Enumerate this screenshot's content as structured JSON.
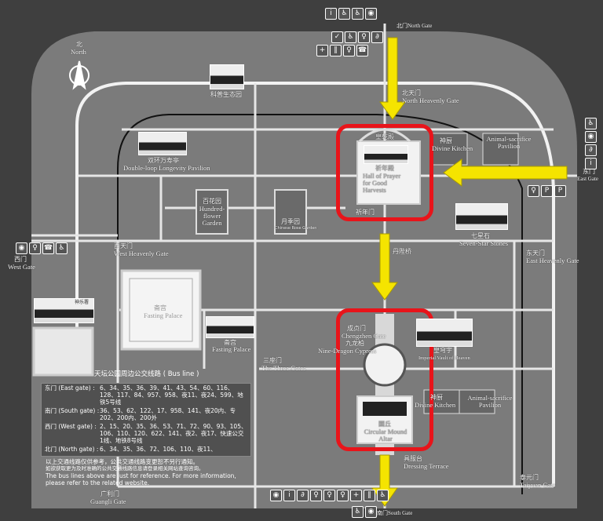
{
  "compass": {
    "cn": "北",
    "en": "North"
  },
  "gates": {
    "north": "北门North Gate",
    "north_heavenly": "北天门",
    "north_heavenly_en": "North Heavenly Gate",
    "east_cn": "东门",
    "east_en": "East Gate",
    "east_heavenly_cn": "东天门",
    "east_heavenly_en": "East Heavenly Gate",
    "west_cn": "西门",
    "west_en": "West Gate",
    "west_heavenly_cn": "西天门",
    "west_heavenly_en": "West Heavenly Gate",
    "south": "南门South Gate",
    "taiyuan_cn": "泰元门",
    "taiyuan_en": "Taiyuan Gate",
    "guangli_cn": "广利门",
    "guangli_en": "Guangli Gate",
    "chengzhen_cn": "成贞门",
    "chengzhen_en": "Chengzhen Gate",
    "three_cn": "三座门",
    "three_en": "The Three Gates",
    "qinian_gate": "祈年门"
  },
  "sights": {
    "eco_garden": "科普生态园",
    "double_loop_cn": "双环万寿亭",
    "double_loop_en": "Double-loop Longevity Pavilion",
    "hundred_cn": "百花园",
    "hundred_en": "Hundred-flower Garden",
    "rose_cn": "月季园",
    "rose_en": "Chinese Rose Garden",
    "huangqian": "皇乾殿",
    "hall_cn": "祈年殿",
    "hall_en": "Hall of Prayer for Good Harvests",
    "kitchen_n_cn": "神厨",
    "kitchen_n_en": "Divine Kitchen",
    "animal_n_en": "Animal-sacrifice Pavilion",
    "seven_cn": "七星石",
    "seven_en": "Seven-Star Stones",
    "music": "神乐署",
    "fasting_inner_cn": "斋宫",
    "fasting_inner_en": "Fasting Palace",
    "fasting_cn": "斋宫",
    "fasting_en": "Fasting Palace",
    "danbi": "丹陛桥",
    "cypress_cn": "九龙柏",
    "cypress_en": "Nine-Dragon Cypress",
    "vault_cn": "皇穹宇",
    "vault_en": "Imperial Vault of Heaven",
    "kitchen_s_cn": "神厨",
    "kitchen_s_en": "Divine Kitchen",
    "animal_s_en": "Animal-sacrifice Pavilion",
    "altar_cn": "圜丘",
    "altar_en": "Circular Mound Altar",
    "dressing_cn": "具服台",
    "dressing_en": "Dressing Terrace"
  },
  "bus": {
    "title": "天坛公园周边公交线路  ( Bus line )",
    "rows": [
      {
        "gate": "东门 (East gate) :",
        "lines": "6、34、35、36、39、41、43、54、60、116、128、117、84、957、958、夜11、夜24、599、地铁5号线"
      },
      {
        "gate": "南门 (South gate) :",
        "lines": "36、53、62、122、17、958、141、夜20内、专202、200内、200外"
      },
      {
        "gate": "西门 (West gate) :",
        "lines": "2、15、20、35、36、53、71、72、90、93、105、106、110、120、622、141、夜2、夜17、快速公交1线、地铁8号线"
      },
      {
        "gate": "北门 (North gate) :",
        "lines": "6、34、35、36、72、106、110、夜11、"
      }
    ],
    "note_cn1": "以上交通线路仅供参考，公共交通线路变更恕不另行通知。",
    "note_cn2": "如欲获取更为及时准确的公共交通线路信息请登录相关网站查询咨询。",
    "note_en1": "The bus lines above are just for reference. For more information,",
    "note_en2": "please refer to the related website."
  },
  "icon_groups": {
    "north_top": [
      "info",
      "wheelchair",
      "wheelchair",
      "camera"
    ],
    "north_mid": [
      "ticket",
      "wheelchair",
      "toilet",
      "stroller"
    ],
    "north_low": [
      "first-aid",
      "locker",
      "toilet",
      "phone"
    ],
    "east": [
      "wheelchair",
      "camera",
      "stroller",
      "info"
    ],
    "east_parking": [
      "toilet",
      "parking",
      "parking"
    ],
    "west": [
      "camera",
      "toilet",
      "phone",
      "wheelchair"
    ],
    "south": [
      "camera",
      "info",
      "stroller",
      "toilet",
      "toilet",
      "toilet",
      "first-aid",
      "locker",
      "wheelchair"
    ],
    "south_gate": [
      "wheelchair",
      "camera"
    ]
  },
  "colors": {
    "arrow": "#f5e400",
    "highlight": "#e8141a",
    "park": "#7b7b7b",
    "road": "#f2f2f2"
  }
}
